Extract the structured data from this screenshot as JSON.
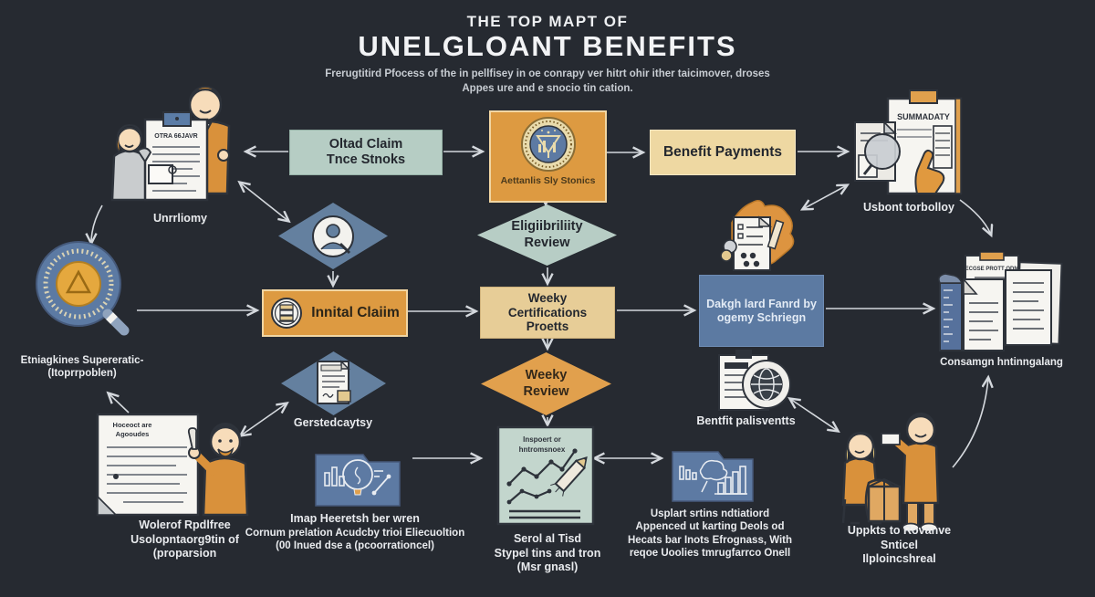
{
  "header": {
    "title_line1": "THE TOP MAPT OF",
    "title_line2": "UNELGLOANT BENEFITS",
    "subtitle_line1": "Frerugtitird Pfocess of the in pellfisey in oe conrapy ver hitrt ohir ither taicimover, droses",
    "subtitle_line2": "Appes ure and e snocio tin cation."
  },
  "colors": {
    "background": "#262a31",
    "orange": "#dd9a41",
    "sage": "#b6cdc4",
    "tan": "#eed8a2",
    "blue": "#5c7aa2",
    "arrow": "#d4d8dd"
  },
  "nodes": {
    "claimants": {
      "caption": "Unrrliomy",
      "card_header": "OTRA 66JAVR"
    },
    "oltad_claim": {
      "line1": "Oltad Claim",
      "line2": "Tnce Stnoks"
    },
    "automated_seal": {
      "label": "Aettanlis Sly Stonics"
    },
    "benefit_payments": {
      "label": "Benefit Payments"
    },
    "summary": {
      "header": "SUMMADATY",
      "caption": "Usbont torbolloy"
    },
    "eligibility": {
      "line1": "Eligiibriliity",
      "line2": "Review"
    },
    "magnifier": {
      "caption1": "Etniagkines Supereratic-",
      "caption2": "(Itoprrpoblen)"
    },
    "initial_claim": {
      "label": "Innital Claiim"
    },
    "weekly_cert": {
      "line1": "Weeky",
      "line2": "Certifications",
      "line3": "Proetts"
    },
    "data_shared": {
      "line1": "Dakgh lard Fanrd by",
      "line2": "ogemy Schriegn"
    },
    "records": {
      "caption": "Consamgn hntinngalang",
      "header": "ECGSE PROTT ODM"
    },
    "gersted": {
      "caption": "Gerstedcaytsy"
    },
    "weekly_review": {
      "line1": "Weeky",
      "line2": "Review"
    },
    "benefit_docs": {
      "caption": "Bentfit palisventts"
    },
    "worker_doc": {
      "header1": "Hoceoct are",
      "header2": "Agooudes",
      "caption1": "Wolerof Rpdlfree",
      "caption2": "Usolopntaorg9tin of",
      "caption3": "(proparsion"
    },
    "insight_folder": {
      "caption1": "Imap Heeretsh ber wren",
      "caption2": "Cornum prelation Acudcby trioi Eliecuoltion",
      "caption3": "(00 Inued dse a (pcoorrationcel)"
    },
    "report_doc": {
      "header1": "Inspoert or",
      "header2": "hntromsnoex",
      "caption1": "Serol al Tisd",
      "caption2": "Stypel tins and tron",
      "caption3": "(Msr gnasl)"
    },
    "upload_folder": {
      "caption1": "Usplart srtins ndtiatiord",
      "caption2": "Appenced ut karting Deols od",
      "caption3": "Hecats bar Inots Efrognass, With",
      "caption4": "reqoe Uoolies tmrugfarrco Onell"
    },
    "update_people": {
      "caption1": "Uppkts to Rovanve",
      "caption2": "Snticel",
      "caption3": "Ilploincshreal"
    }
  }
}
